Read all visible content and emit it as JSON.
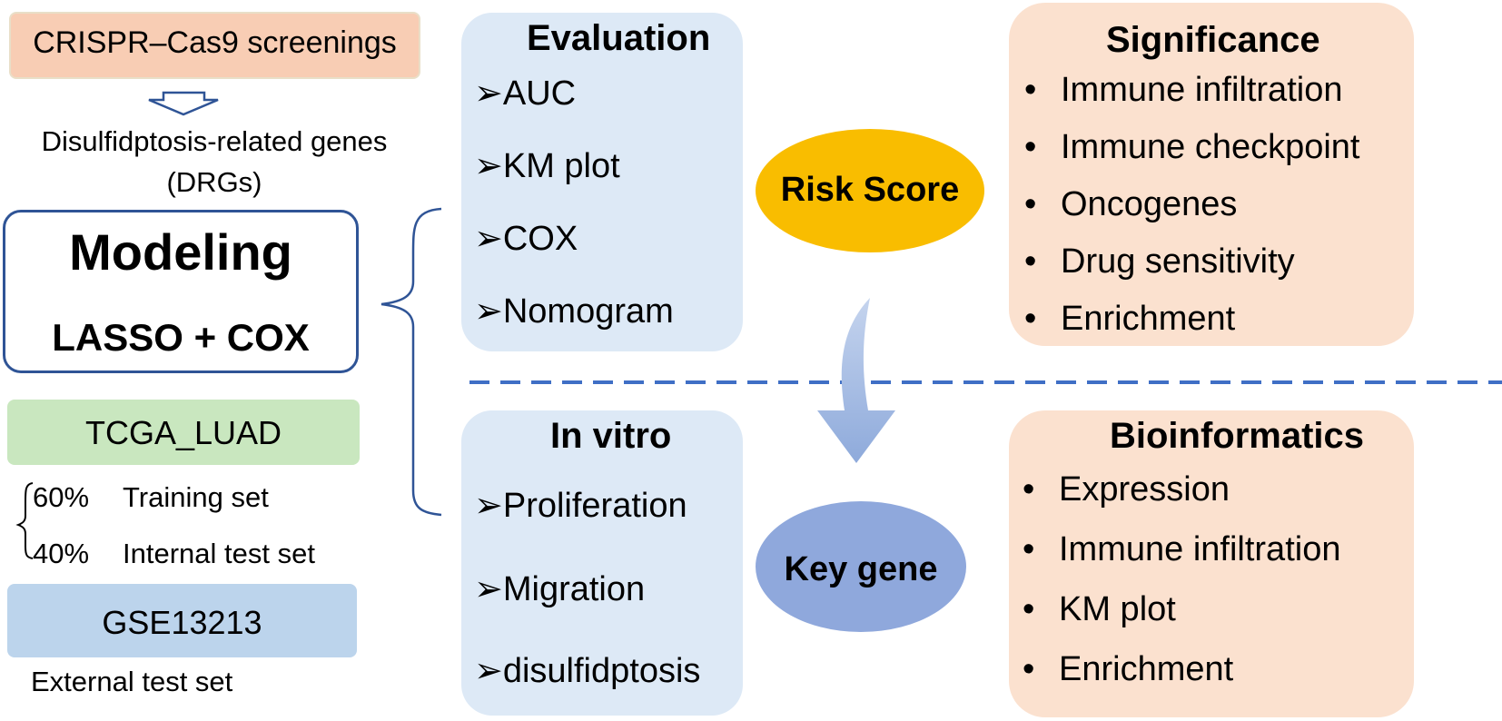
{
  "colors": {
    "peach": "#f8cdb4",
    "peach_light": "#fbe1cf",
    "blue_panel": "#dde9f6",
    "green_box": "#c9e7bf",
    "blue_box": "#bcd4ec",
    "model_border": "#2f5496",
    "dashed_line": "#3f6fc5",
    "risk_ellipse": "#f9bd00",
    "key_ellipse": "#8fa8dc",
    "arrow_fill": "#8eaadb"
  },
  "left": {
    "crispr_label": "CRISPR–Cas9 screenings",
    "drg_line1": "Disulfidptosis-related genes",
    "drg_line2": "(DRGs)",
    "modeling_title": "Modeling",
    "modeling_method": "LASSO + COX",
    "tcga_label": "TCGA_LUAD",
    "split": [
      {
        "pct": "60%",
        "label": "Training set"
      },
      {
        "pct": "40%",
        "label": "Internal test set"
      }
    ],
    "gse_label": "GSE13213",
    "external_label": "External test set"
  },
  "evaluation": {
    "title": "Evaluation",
    "items": [
      "AUC",
      "KM plot",
      "COX",
      "Nomogram"
    ]
  },
  "invitro": {
    "title": "In vitro",
    "items": [
      "Proliferation",
      "Migration",
      "disulfidptosis"
    ]
  },
  "center": {
    "risk_score": "Risk Score",
    "key_gene": "Key gene"
  },
  "significance": {
    "title": "Significance",
    "items": [
      "Immune infiltration",
      "Immune checkpoint",
      "Oncogenes",
      "Drug sensitivity",
      "Enrichment"
    ]
  },
  "bioinformatics": {
    "title": "Bioinformatics",
    "items": [
      "Expression",
      "Immune infiltration",
      "KM plot",
      "Enrichment"
    ]
  }
}
